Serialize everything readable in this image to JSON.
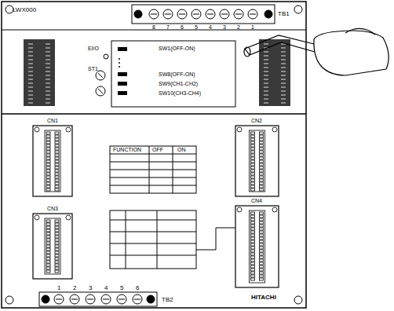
{
  "diagram": {
    "nodes": [
      {
        "text": [
          "LWX000",
          "HITACHI"
        ]
      },
      {
        "text": [
          "SW1(OFF-ON)",
          "SW8(OFF-ON)",
          "SW9(CH1-CH2)",
          "SW10(CH3-CH4)"
        ],
        "in": 0
      },
      {
        "text": [
          "CN1"
        ],
        "in": 0
      },
      {
        "text": [
          "CN2"
        ],
        "in": 0
      },
      {
        "text": [
          "CN3"
        ],
        "in": 0
      },
      {
        "text": [
          "CN4"
        ],
        "in": 0
      },
      {
        "text": [
          "FUNCTION",
          "OFF",
          "ON"
        ],
        "in": 0
      }
    ],
    "labels": [
      "TB1",
      "8",
      "7",
      "6",
      "5",
      "4",
      "3",
      "2",
      "1",
      "EI/O",
      "ST1",
      "TB2",
      "1",
      "2",
      "3",
      "4",
      "5",
      "6"
    ]
  }
}
